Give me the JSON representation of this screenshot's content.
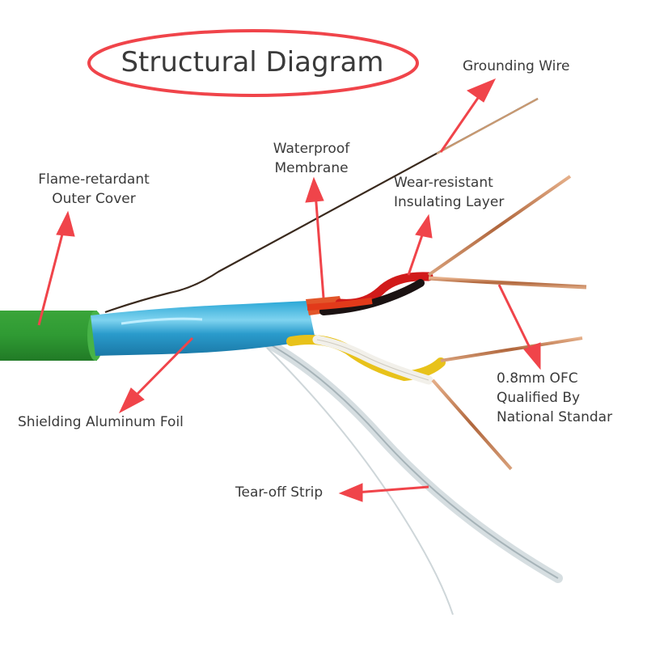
{
  "title": "Structural Diagram",
  "accent_color": "#f0444a",
  "labels": {
    "grounding_wire": "Grounding Wire",
    "flame_retardant": [
      "Flame-retardant",
      "Outer Cover"
    ],
    "waterproof": [
      "Waterproof",
      "Membrane"
    ],
    "wear_resistant": [
      "Wear-resistant",
      "Insulating Layer"
    ],
    "ofc": [
      "0.8mm OFC",
      "Qualified By",
      "National Standar"
    ],
    "shielding": "Shielding Aluminum Foil",
    "tear_off": "Tear-off Strip"
  },
  "icons": {
    "arrow": "red-callout-arrow"
  }
}
